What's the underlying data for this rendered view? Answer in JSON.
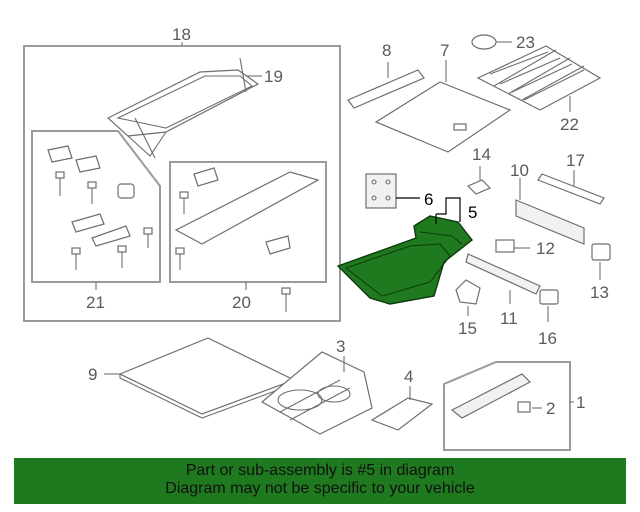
{
  "diagram": {
    "highlight_color": "#1f7a1f",
    "highlighted_part": "5",
    "callouts": {
      "c1": "1",
      "c2": "2",
      "c3": "3",
      "c4": "4",
      "c5": "5",
      "c6": "6",
      "c7": "7",
      "c8": "8",
      "c9": "9",
      "c10": "10",
      "c11": "11",
      "c12": "12",
      "c13": "13",
      "c14": "14",
      "c15": "15",
      "c16": "16",
      "c17": "17",
      "c18": "18",
      "c19": "19",
      "c20": "20",
      "c21": "21",
      "c22": "22",
      "c23": "23"
    }
  },
  "footer": {
    "line1": "Part or sub-assembly is #5 in diagram",
    "line2": "Diagram may not be specific to your vehicle"
  }
}
